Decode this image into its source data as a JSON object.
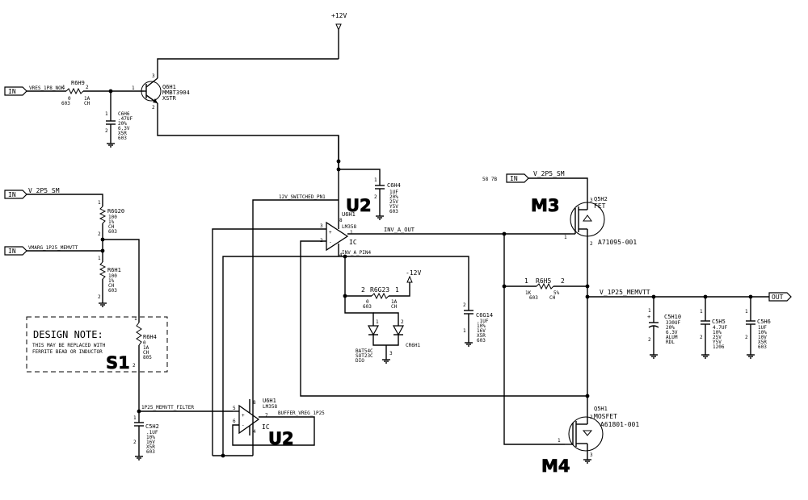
{
  "colors": {
    "wire": "#000000",
    "u2": "#22dd00",
    "m3": "#f5e000",
    "m4": "#f5e000",
    "s1": "#22ccee",
    "background": "#ffffff"
  },
  "overlays": {
    "u2_top": "U2",
    "u2_bottom": "U2",
    "m3": "M3",
    "m4": "M4",
    "s1": "S1"
  },
  "nets": {
    "plus12": "+12V",
    "minus12": "-12V",
    "vres_en": "VRES_1P8_NOK",
    "v2p5_left": "V_2P5_SM",
    "v2p5_right": "V_2P5_SM",
    "vmarg": "VMARG_1P25_MEMVTT",
    "switched": "12V_SWITCHED_PN1",
    "inv_a_out": "INV_A_OUT",
    "inv_a_pin4": "INV_A_PIN4",
    "v1p25": "V_1P25_MEMVTT",
    "filter": "1P25_MEMVTT_FILTER",
    "buffer": "BUFFER_VREG_1P25",
    "sheet_ref": "58 7B"
  },
  "ports": {
    "in1": "IN",
    "in2": "IN",
    "in3": "IN",
    "in4": "IN",
    "out": "OUT"
  },
  "design_note": {
    "title": "DESIGN NOTE:",
    "line1": "THIS MAY BE REPLACED WITH",
    "line2": "FERRITE BEAD OR INDUCTOR"
  },
  "components": {
    "r6h9": {
      "ref": "R6H9",
      "val": "0",
      "tol": "1A",
      "pkg": "603",
      "type": "CH",
      "p1": "1",
      "p2": "2"
    },
    "q6h1": {
      "ref": "Q6H1",
      "part": "MMBT3904",
      "desc": "XSTR",
      "p1": "1",
      "p2": "2",
      "p3": "3"
    },
    "c6h6": {
      "ref": "C6H6",
      "val": ".47UF",
      "tol": "20%",
      "volt": "6.3V",
      "die": "X5R",
      "pkg": "603",
      "p1": "1",
      "p2": "2"
    },
    "c6h4": {
      "ref": "C6H4",
      "val": "1UF",
      "tol": "20%",
      "volt": "25V",
      "die": "Y5V",
      "pkg": "603",
      "p1": "1",
      "p2": "2"
    },
    "r6g20": {
      "ref": "R6G20",
      "val": "100",
      "tol": "1%",
      "type": "CH",
      "pkg": "603",
      "p1": "1",
      "p2": "2"
    },
    "r6h1": {
      "ref": "R6H1",
      "val": "100",
      "tol": "1%",
      "type": "CH",
      "pkg": "603",
      "p1": "1",
      "p2": "2"
    },
    "r6h4": {
      "ref": "R6H4",
      "val": "0",
      "tol": "1A",
      "type": "CH",
      "pkg": "805",
      "p1": "1",
      "p2": "2"
    },
    "u6h1a": {
      "ref": "U6H1",
      "part": "LM358",
      "desc": "IC",
      "p8": "8",
      "p3": "3",
      "p2": "2",
      "p1": "1",
      "p4": "4"
    },
    "u6h1b": {
      "ref": "U6H1",
      "part": "LM358",
      "desc": "IC",
      "p8": "8",
      "p5": "5",
      "p6": "6",
      "p7": "7",
      "p4": "4"
    },
    "r6g23": {
      "ref": "R6G23",
      "val": "0",
      "pkg": "603",
      "tol": "1A",
      "type": "CH",
      "p1": "1",
      "p2": "2"
    },
    "cr6h1": {
      "ref": "CR6H1",
      "part": "BAT54C",
      "pkg": "SOT23C",
      "desc": "DIO",
      "p1": "1",
      "p2": "2",
      "p3": "3"
    },
    "c6g14": {
      "ref": "C6G14",
      "val": ".1UF",
      "tol": "10%",
      "volt": "16V",
      "die": "X5R",
      "pkg": "603",
      "p1": "1",
      "p2": "2"
    },
    "q5h2": {
      "ref": "Q5H2",
      "desc": "FET",
      "part": "A71095-001",
      "p1": "1",
      "p2": "2",
      "p3": "3"
    },
    "r6h5": {
      "ref": "R6H5",
      "val": "1K",
      "tol": "5%",
      "pkg": "603",
      "type": "CH",
      "p1": "1",
      "p2": "2"
    },
    "q5h1": {
      "ref": "Q5H1",
      "desc": "MOSFET",
      "part": "A61801-001",
      "p1": "1",
      "p2": "2",
      "p3": "3"
    },
    "c5h10": {
      "ref": "C5H10",
      "val": "330UF",
      "tol": "20%",
      "volt": "6.3V",
      "die": "ALUM",
      "type": "RDL",
      "p1": "1",
      "p2": "2"
    },
    "c5h5": {
      "ref": "C5H5",
      "val": "4.7UF",
      "tol": "10%",
      "volt": "25V",
      "die": "Y5V",
      "pkg": "1206",
      "p1": "1",
      "p2": "2"
    },
    "c5h6": {
      "ref": "C5H6",
      "val": "1UF",
      "tol": "10%",
      "volt": "10V",
      "die": "X5R",
      "pkg": "603",
      "p1": "1",
      "p2": "2"
    },
    "c5h2": {
      "ref": "C5H2",
      "val": ".1UF",
      "tol": "10%",
      "volt": "16V",
      "die": "X5R",
      "pkg": "603",
      "p1": "1",
      "p2": "2"
    }
  }
}
